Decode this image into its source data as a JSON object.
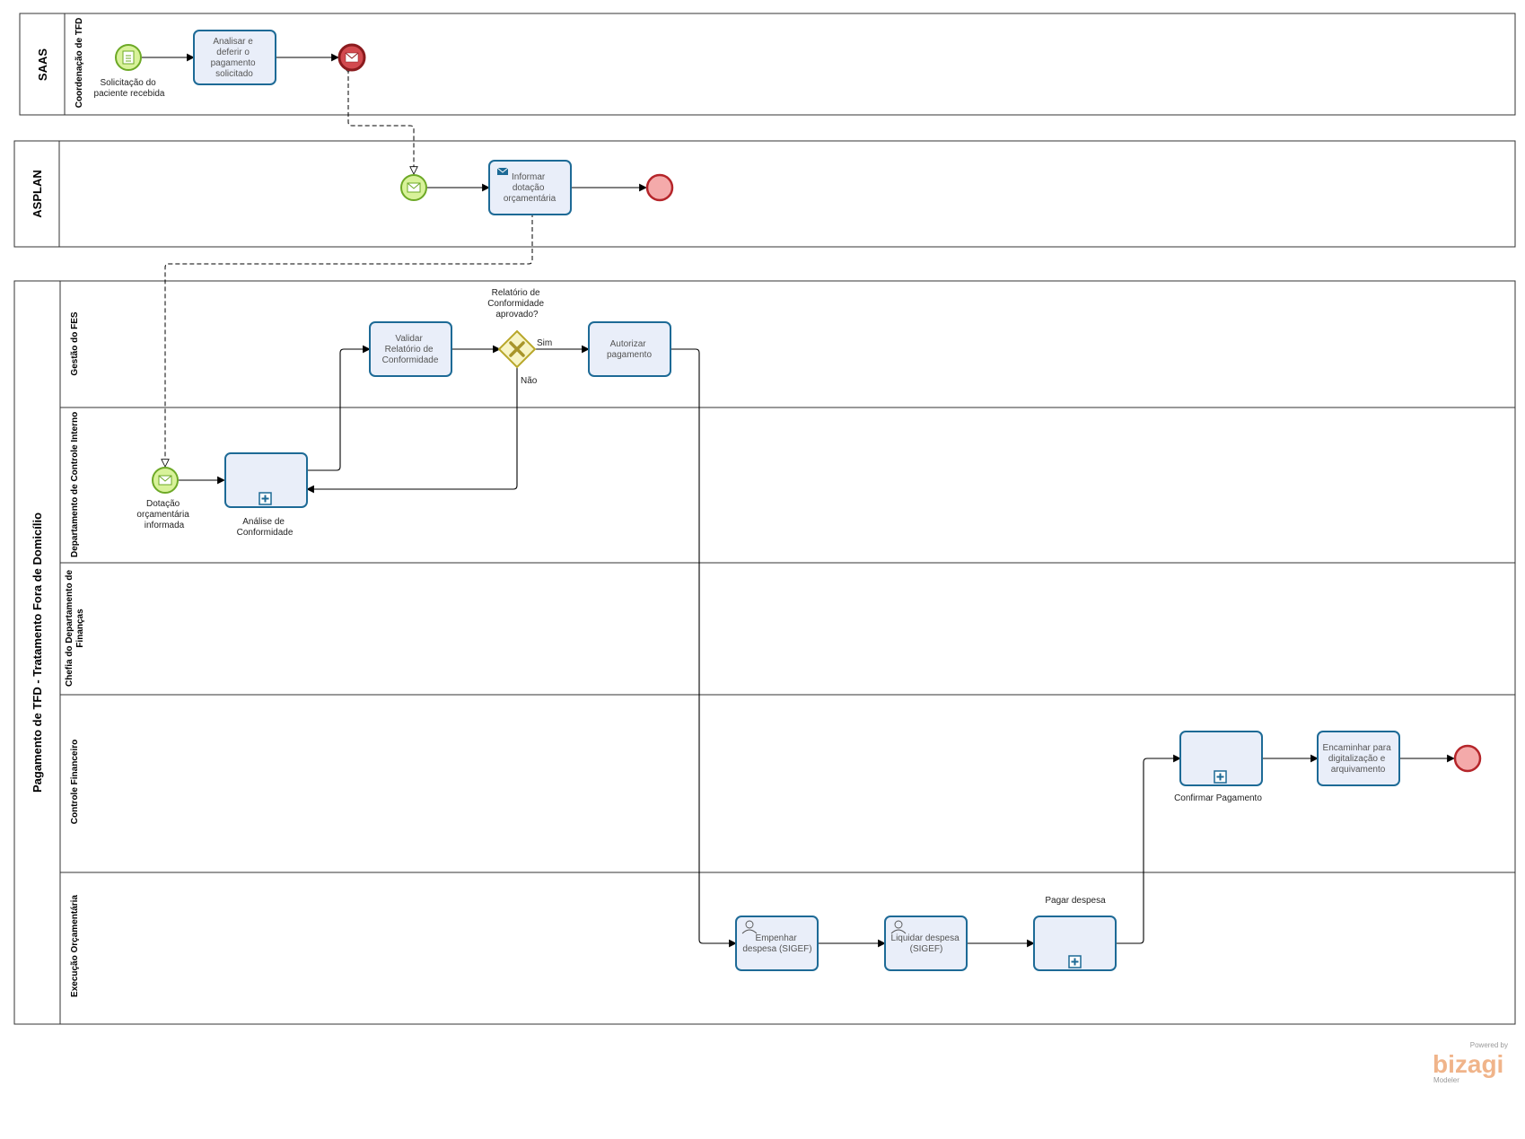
{
  "pools": {
    "saas": "SAAS",
    "asplan": "ASPLAN",
    "tfd": "Pagamento de TFD - Tratamento Fora de Domicílio"
  },
  "lanes": {
    "coordenacao": "Coordenação de TFD",
    "gestao": "Gestão do FES",
    "departamento": "Departamento de Controle Interno",
    "chefia_1": "Chefia do Departamento de",
    "chefia_2": "Finanças",
    "controle": "Controle Financeiro",
    "execucao": "Execução Orçamentária"
  },
  "tasks": {
    "analisar": [
      "Analisar e",
      "deferir o",
      "pagamento",
      "solicitado"
    ],
    "informar": [
      "Informar",
      "dotação",
      "orçamentária"
    ],
    "validar": [
      "Validar",
      "Relatório de",
      "Conformidade"
    ],
    "autorizar": [
      "Autorizar",
      "pagamento"
    ],
    "empenhar": [
      "Empenhar",
      "despesa (SIGEF)"
    ],
    "liquidar": [
      "Liquidar despesa",
      "(SIGEF)"
    ],
    "encaminhar": [
      "Encaminhar para",
      "digitalização e",
      "arquivamento"
    ]
  },
  "labels": {
    "solicitacao": [
      "Solicitação do",
      "paciente recebida"
    ],
    "dotacao": [
      "Dotação",
      "orçamentária",
      "informada"
    ],
    "analise": [
      "Análise de",
      "Conformidade"
    ],
    "gateway": [
      "Relatório de",
      "Conformidade",
      "aprovado?"
    ],
    "sim": "Sim",
    "nao": "Não",
    "pagar": "Pagar despesa",
    "confirmar": "Confirmar Pagamento"
  },
  "logo": {
    "powered": "Powered by",
    "brand": "bizagi",
    "product": "Modeler"
  },
  "colors": {
    "task_fill": "#e9eef9",
    "task_stroke": "#1d6a96",
    "start_fill": "#d8f29a",
    "start_stroke": "#6da926",
    "end_fill": "#f4aaaa",
    "end_stroke": "#b5252a",
    "gateway_fill": "#f7f4c5",
    "gateway_stroke": "#b8a72a"
  }
}
